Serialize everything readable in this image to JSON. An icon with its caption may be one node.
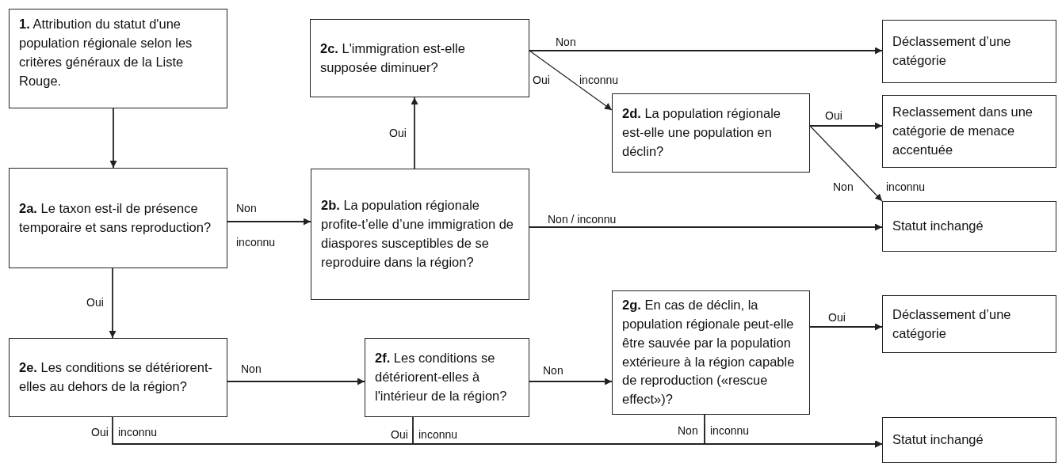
{
  "diagram": {
    "nodes": [
      {
        "text": [
          "**1.**  Attribution du statut d'une population régionale selon les critères généraux de la Liste Rouge."
        ]
      },
      {
        "text": [
          "**2a.** Le taxon est-il de présence temporaire et sans reproduction?"
        ]
      },
      {
        "text": [
          "**2b.** La population régionale profite-t’elle d’une immigration de diaspores susceptibles de se reproduire dans la région?"
        ]
      },
      {
        "text": [
          "**2c.** L'immigration est-elle supposée diminuer?"
        ]
      },
      {
        "text": [
          "**2d.** La population régionale est-elle une population en déclin?"
        ]
      },
      {
        "text": [
          "Déclassement d’une catégorie"
        ]
      },
      {
        "text": [
          "Reclassement dans une catégorie de menace accentuée"
        ]
      },
      {
        "text": [
          "Statut inchangé"
        ]
      },
      {
        "text": [
          "**2e.** Les conditions se détériorent-elles au dehors de la région?"
        ]
      },
      {
        "text": [
          "**2f.** Les conditions se détériorent-elles à l'intérieur de la région?"
        ]
      },
      {
        "text": [
          "**2g.** En cas de déclin, la population régionale peut-elle être sauvée par la population extérieure à la région capable de reproduction («rescue effect»)?"
        ]
      },
      {
        "text": [
          "Déclassement d’une catégorie"
        ]
      },
      {
        "text": [
          "Statut inchangé"
        ]
      }
    ],
    "edges": [
      {
        "from": 0,
        "to": 1,
        "arrow": "to"
      },
      {
        "from": 1,
        "to": 2,
        "arrow": "to",
        "label": "Non"
      },
      {
        "from": 1,
        "to": 8,
        "arrow": "to",
        "label": "Oui"
      },
      {
        "from": 2,
        "to": 3,
        "arrow": "to",
        "label": "Oui"
      },
      {
        "from": 2,
        "to": 7,
        "arrow": "to",
        "label": "Non / inconnu"
      },
      {
        "from": 3,
        "to": 5,
        "arrow": "to",
        "label": "Non"
      },
      {
        "from": 3,
        "to": 4,
        "arrow": "to",
        "label": "Oui"
      },
      {
        "from": 4,
        "to": 6,
        "arrow": "to",
        "label": "Oui"
      },
      {
        "from": 4,
        "to": 7,
        "arrow": "to",
        "label": "Non"
      },
      {
        "from": 8,
        "to": 9,
        "arrow": "to",
        "label": "Non"
      },
      {
        "from": 9,
        "to": 10,
        "arrow": "to",
        "label": "Non"
      },
      {
        "from": 10,
        "to": 11,
        "arrow": "to",
        "label": "Oui"
      },
      {
        "from": 8,
        "to": 12,
        "arrow": "to",
        "label": "Oui"
      },
      {
        "from": 9,
        "to": 12,
        "arrow": "to",
        "label": "Oui"
      },
      {
        "from": 10,
        "to": 12,
        "arrow": "to",
        "label": "Non"
      }
    ],
    "labels": [
      "inconnu",
      "inconnu",
      "inconnu",
      "inconnu",
      "inconnu",
      "inconnu"
    ]
  }
}
